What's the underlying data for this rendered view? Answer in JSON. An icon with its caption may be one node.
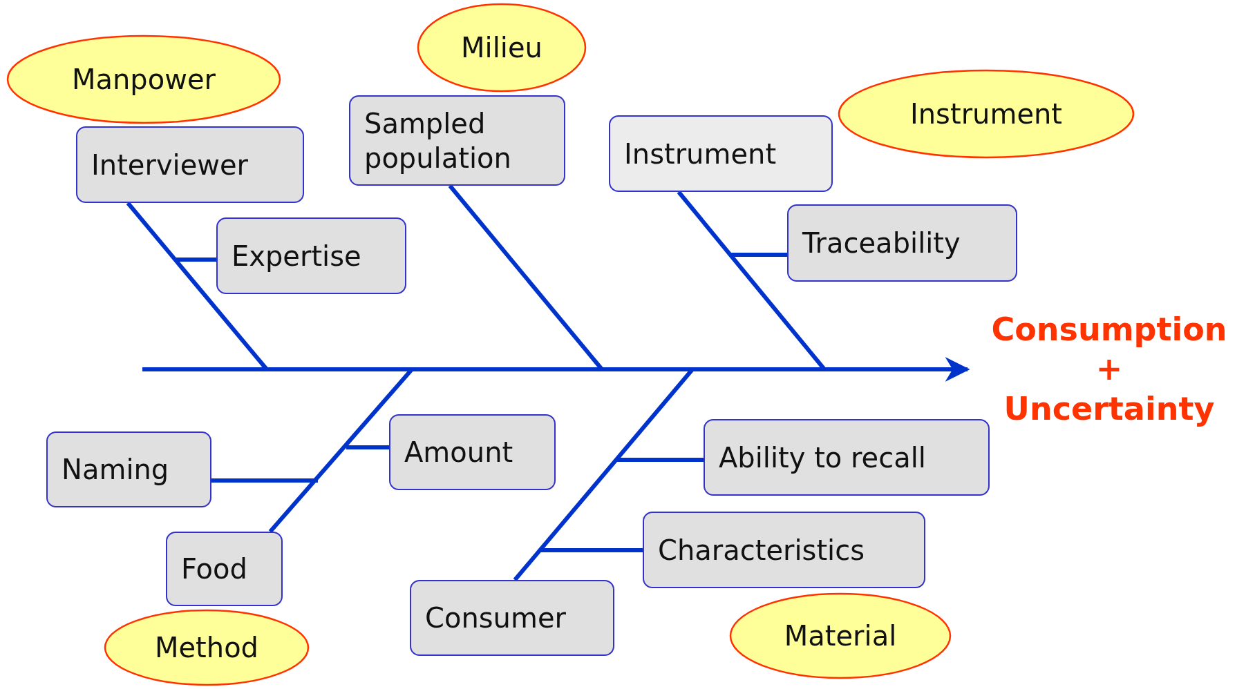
{
  "diagram": {
    "nodes": [
      {
        "text": [
          "Interviewer"
        ]
      },
      {
        "text": [
          "Expertise"
        ]
      },
      {
        "text": [
          "Manpower"
        ]
      },
      {
        "text": [
          "Sampled population"
        ]
      },
      {
        "text": [
          "Milieu"
        ]
      },
      {
        "text": [
          "Instrument"
        ]
      },
      {
        "text": [
          "Instrument"
        ]
      },
      {
        "text": [
          "Traceability"
        ]
      },
      {
        "text": [
          "Consumption + Uncertainty"
        ]
      },
      {
        "text": [
          "Naming"
        ]
      },
      {
        "text": [
          "Amount"
        ]
      },
      {
        "text": [
          "Food"
        ]
      },
      {
        "text": [
          "Method"
        ]
      },
      {
        "text": [
          "Ability to recall"
        ]
      },
      {
        "text": [
          "Characteristics"
        ]
      },
      {
        "text": [
          "Consumer"
        ]
      },
      {
        "text": [
          "Material"
        ]
      }
    ],
    "edges": [
      {
        "from": null,
        "to": 8,
        "arrow": "to"
      },
      {
        "from": 0,
        "to": null,
        "arrow": "none"
      },
      {
        "from": 1,
        "to": null,
        "arrow": "none"
      },
      {
        "from": 3,
        "to": null,
        "arrow": "none"
      },
      {
        "from": 5,
        "to": null,
        "arrow": "none"
      },
      {
        "from": 7,
        "to": null,
        "arrow": "none"
      },
      {
        "from": 11,
        "to": null,
        "arrow": "none"
      },
      {
        "from": 10,
        "to": null,
        "arrow": "none"
      },
      {
        "from": 9,
        "to": null,
        "arrow": "none"
      },
      {
        "from": 15,
        "to": null,
        "arrow": "none"
      },
      {
        "from": 13,
        "to": null,
        "arrow": "none"
      },
      {
        "from": 14,
        "to": null,
        "arrow": "none"
      }
    ]
  }
}
